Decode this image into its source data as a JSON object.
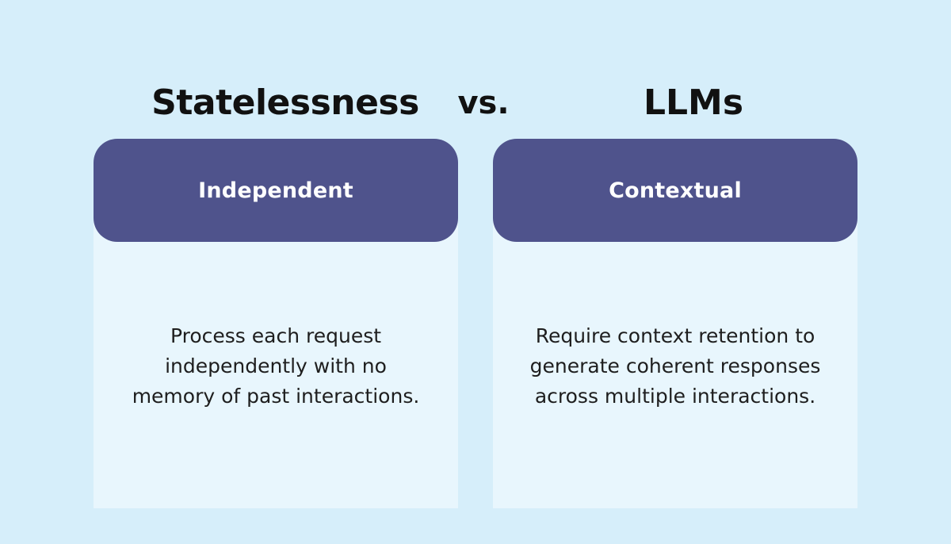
{
  "headings": {
    "left": "Statelessness",
    "vs": "vs.",
    "right": "LLMs"
  },
  "cards": [
    {
      "header": "Independent",
      "lines": [
        "Process each request",
        "independently with no",
        "memory of past interactions."
      ]
    },
    {
      "header": "Contextual",
      "lines": [
        "Require context retention to",
        "generate coherent responses",
        "across multiple interactions."
      ]
    }
  ],
  "colors": {
    "background": "#d6eefa",
    "card_body": "#e8f6fd",
    "card_header": "#4f538c",
    "heading_text": "#111111",
    "header_text": "#ffffff"
  }
}
